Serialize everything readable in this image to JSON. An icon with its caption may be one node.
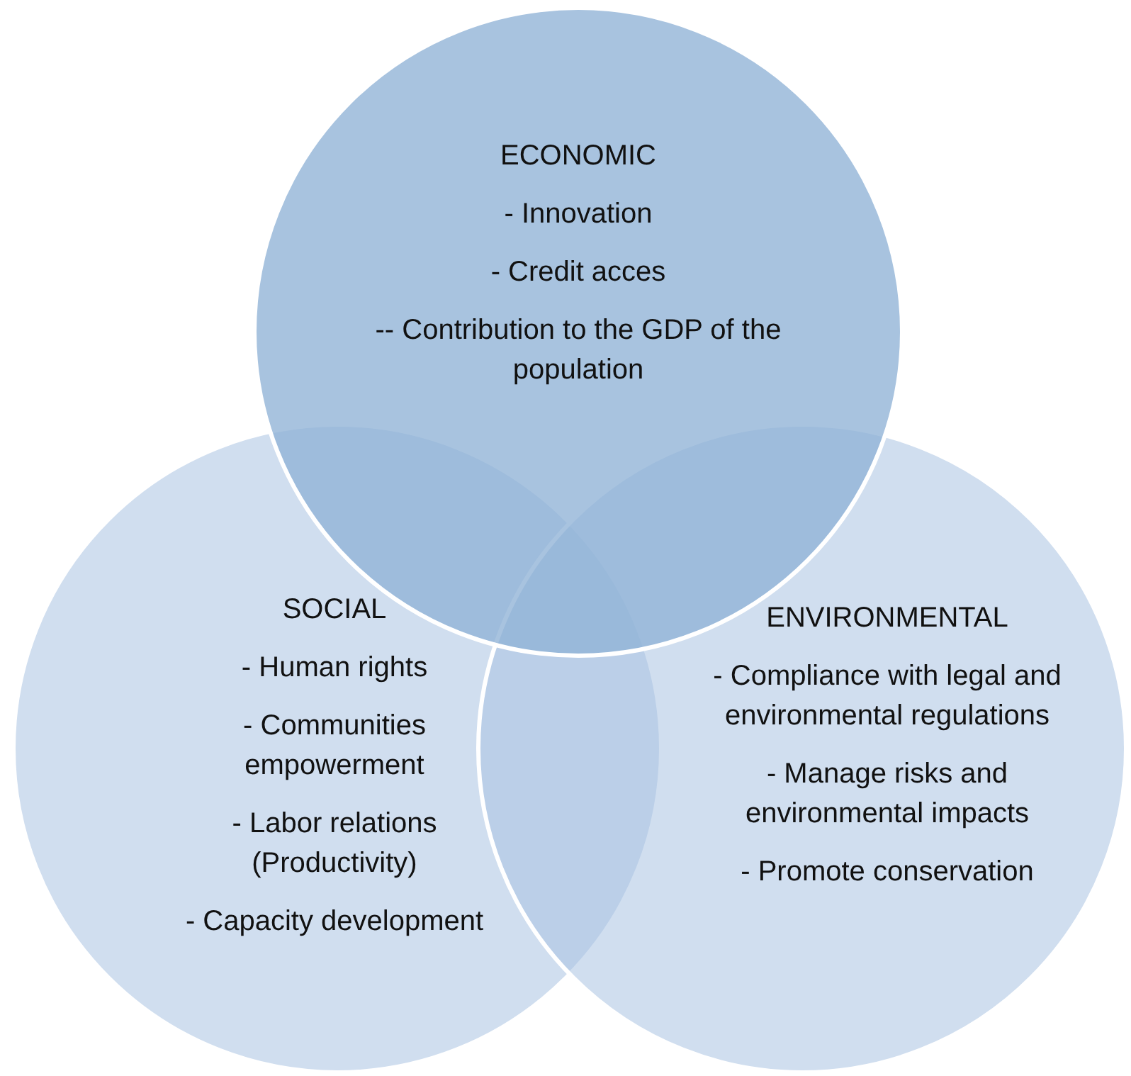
{
  "diagram": {
    "nodes": [
      {
        "text": [
          "ECONOMIC",
          "- Innovation",
          "- Credit acces",
          "-- Contribution to the GDP of the population"
        ]
      },
      {
        "text": [
          "SOCIAL",
          "- Human rights",
          "- Communities empowerment",
          "- Labor relations (Productivity)",
          "- Capacity development"
        ]
      },
      {
        "text": [
          "ENVIRONMENTAL",
          "- Compliance with legal and environmental regulations",
          "- Manage risks and environmental impacts",
          "- Promote conservation"
        ]
      }
    ]
  }
}
